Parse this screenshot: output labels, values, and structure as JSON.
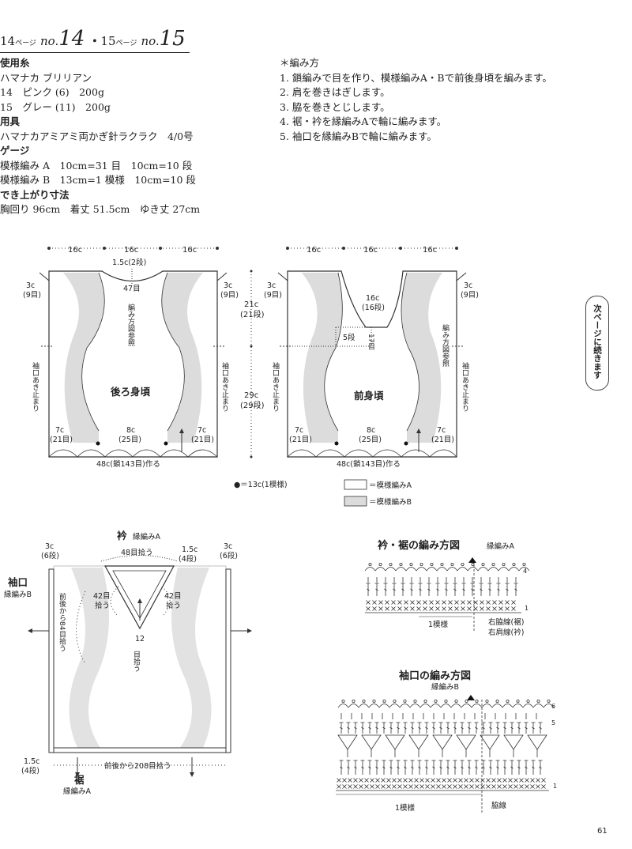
{
  "header": {
    "page_a": "14",
    "page_a_unit": "ページ",
    "no_a_prefix": "no.",
    "no_a": "14",
    "dot": "・",
    "page_b": "15",
    "page_b_unit": "ページ",
    "no_b_prefix": "no.",
    "no_b": "15"
  },
  "materials": {
    "yarn_title": "使用糸",
    "yarn_name": "ハマナカ ブリリアン",
    "item14": "14　ピンク (6)　200g",
    "item15": "15　グレー (11)　200g",
    "tools_title": "用具",
    "tools": "ハマナカアミアミ両かぎ針ラクラク　4/0号",
    "gauge_title": "ゲージ",
    "gauge_a": "模様編み A　10cm=31 目　10cm=10 段",
    "gauge_b": "模様編み B　13cm=1 模様　10cm=10 段",
    "size_title": "でき上がり寸法",
    "size": "胸回り 96cm　着丈 51.5cm　ゆき丈 27cm"
  },
  "method": {
    "title": "＊編み方",
    "steps": [
      "1. 鎖編みで目を作り、模様編みA・Bで前後身頃を編みます。",
      "2. 肩を巻きはぎします。",
      "3. 脇を巻きとじします。",
      "4. 裾・衿を縁編みAで輪に編みます。",
      "5. 袖口を縁編みBで輪に編みます。"
    ]
  },
  "side_badge": "次ページに続きます",
  "back": {
    "top_w1": "16c",
    "top_w2": "16c",
    "top_w3": "16c",
    "neck_depth": "1.5c(2段)",
    "neck_sts": "47目",
    "ref": "編み方図参照",
    "label": "後ろ身頃",
    "left_sh1": "3c",
    "left_sh2": "(9目)",
    "right_sh1": "3c",
    "right_sh2": "(9目)",
    "armhole_left": "袖口あき止まり",
    "armhole_right": "袖口あき止まり",
    "bl1": "7c",
    "bl2": "(21目)",
    "bc1": "8c",
    "bc2": "(25目)",
    "br1": "7c",
    "br2": "(21目)",
    "bottom": "48c(鎖143目)作る"
  },
  "side_dims": {
    "d21_1": "21c",
    "d21_2": "(21段)",
    "d29_1": "29c",
    "d29_2": "(29段)"
  },
  "front": {
    "top_w1": "16c",
    "top_w2": "16c",
    "top_w3": "16c",
    "neck1": "16c",
    "neck2": "(16段)",
    "five": "5段",
    "seventeen": "17目",
    "ref": "編み方図参照",
    "label": "前身頃",
    "left_sh1": "3c",
    "left_sh2": "(9目)",
    "right_sh1": "3c",
    "right_sh2": "(9目)",
    "armhole_left": "袖口あき止まり",
    "armhole_right": "袖口あき止まり",
    "bl1": "7c",
    "bl2": "(21目)",
    "bc1": "8c",
    "bc2": "(25目)",
    "br1": "7c",
    "br2": "(21目)",
    "bottom": "48c(鎖143目)作る"
  },
  "legend": {
    "dot": "●＝13c(1模様)",
    "a": "＝模様編みA",
    "b": "＝模様編みB"
  },
  "assembly": {
    "collar": "衿",
    "collar_sub": "縁編みA",
    "pick48": "48目拾う",
    "left3": "3c",
    "left3b": "(6段)",
    "right3": "3c",
    "right3b": "(6段)",
    "c15": "1.5c",
    "c15b": "(4段)",
    "cuff": "袖口",
    "cuff_sub": "縁編みB",
    "pick84": "前後から84目拾う",
    "l42a": "42目",
    "l42b": "拾う",
    "r42a": "42目",
    "r42b": "拾う",
    "p12a": "12",
    "p12b": "目拾う",
    "hem15": "1.5c",
    "hem15b": "(4段)",
    "pick208": "前後から208目拾う",
    "hem": "裾",
    "hem_sub": "縁編みA"
  },
  "chart_a": {
    "title": "衿・裾の編み方図",
    "sub": "縁編みA",
    "row4": "4",
    "row1": "1",
    "repeat": "1模様",
    "note1": "右脇線(裾)",
    "note2": "右肩線(衿)"
  },
  "chart_b": {
    "title": "袖口の編み方図",
    "sub": "縁編みB",
    "row6": "6",
    "row5": "5",
    "row1": "1",
    "repeat": "1模様",
    "note": "脇線"
  },
  "page_number": "61"
}
